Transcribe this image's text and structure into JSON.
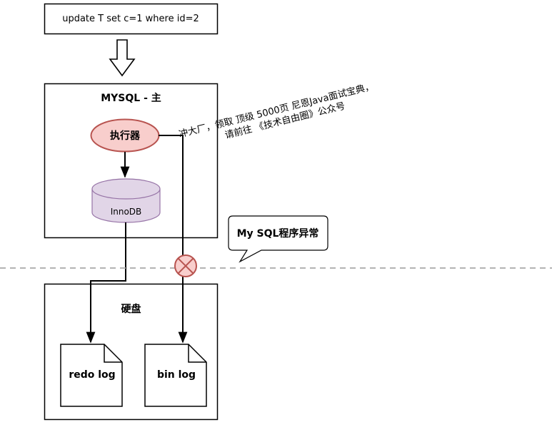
{
  "sql_statement": "update T set c=1 where id=2",
  "server": {
    "title": "MYSQL - 主",
    "executor_label": "执行器",
    "engine_label": "InnoDB"
  },
  "disk": {
    "title": "硬盘",
    "redo_log_label": "redo log",
    "bin_log_label": "bin log"
  },
  "callout_text": "My SQL程序异常",
  "watermark": {
    "line1": "冲大厂，领取 顶级  5000页 尼恩Java面试宝典，",
    "line2": "请前往 《技术自由圈》公众号"
  },
  "colors": {
    "executor_fill": "#f8cecc",
    "executor_stroke": "#b85450",
    "engine_fill": "#e1d5e7",
    "engine_stroke": "#9673a6",
    "error_fill": "#f8cecc",
    "error_stroke": "#b85450",
    "divider": "#b3b3b3"
  }
}
